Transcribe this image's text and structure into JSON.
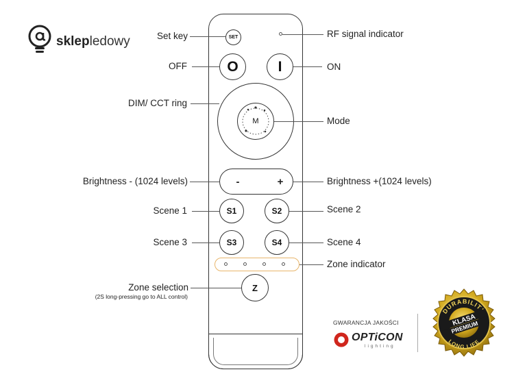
{
  "brand": {
    "bold": "sklep",
    "light": "ledowy",
    "icon": "lightbulb-at-icon"
  },
  "labels": {
    "set_key": "Set key",
    "rf_indicator": "RF  signal indicator",
    "off": "OFF",
    "on": "ON",
    "dim_ring": "DIM/ CCT  ring",
    "mode": "Mode",
    "brightness_minus": "Brightness - (1024 levels)",
    "brightness_plus": "Brightness +(1024 levels)",
    "scene1": "Scene 1",
    "scene2": "Scene 2",
    "scene3": "Scene 3",
    "scene4": "Scene 4",
    "zone_indicator": "Zone indicator",
    "zone_selection": "Zone selection",
    "zone_selection_note": "(2S long-pressing go to ALL control)"
  },
  "buttons": {
    "set": "SET",
    "off": "O",
    "on": "I",
    "mode": "M",
    "minus": "-",
    "plus": "+",
    "s1": "S1",
    "s2": "S2",
    "s3": "S3",
    "s4": "S4",
    "zone": "Z"
  },
  "guarantee": {
    "caption": "GWARANCJA JAKOŚCI",
    "brand": "OPTiCON",
    "sub": "lighting"
  },
  "seal": {
    "top": "DURABILITY",
    "mid1": "KLASA",
    "mid2": "PREMIUM",
    "bottom": "LONG LIFE"
  },
  "colors": {
    "zone_highlight": "#e8b56a",
    "opticon_red": "#d0261d",
    "seal_gold": "#c8a21a"
  }
}
